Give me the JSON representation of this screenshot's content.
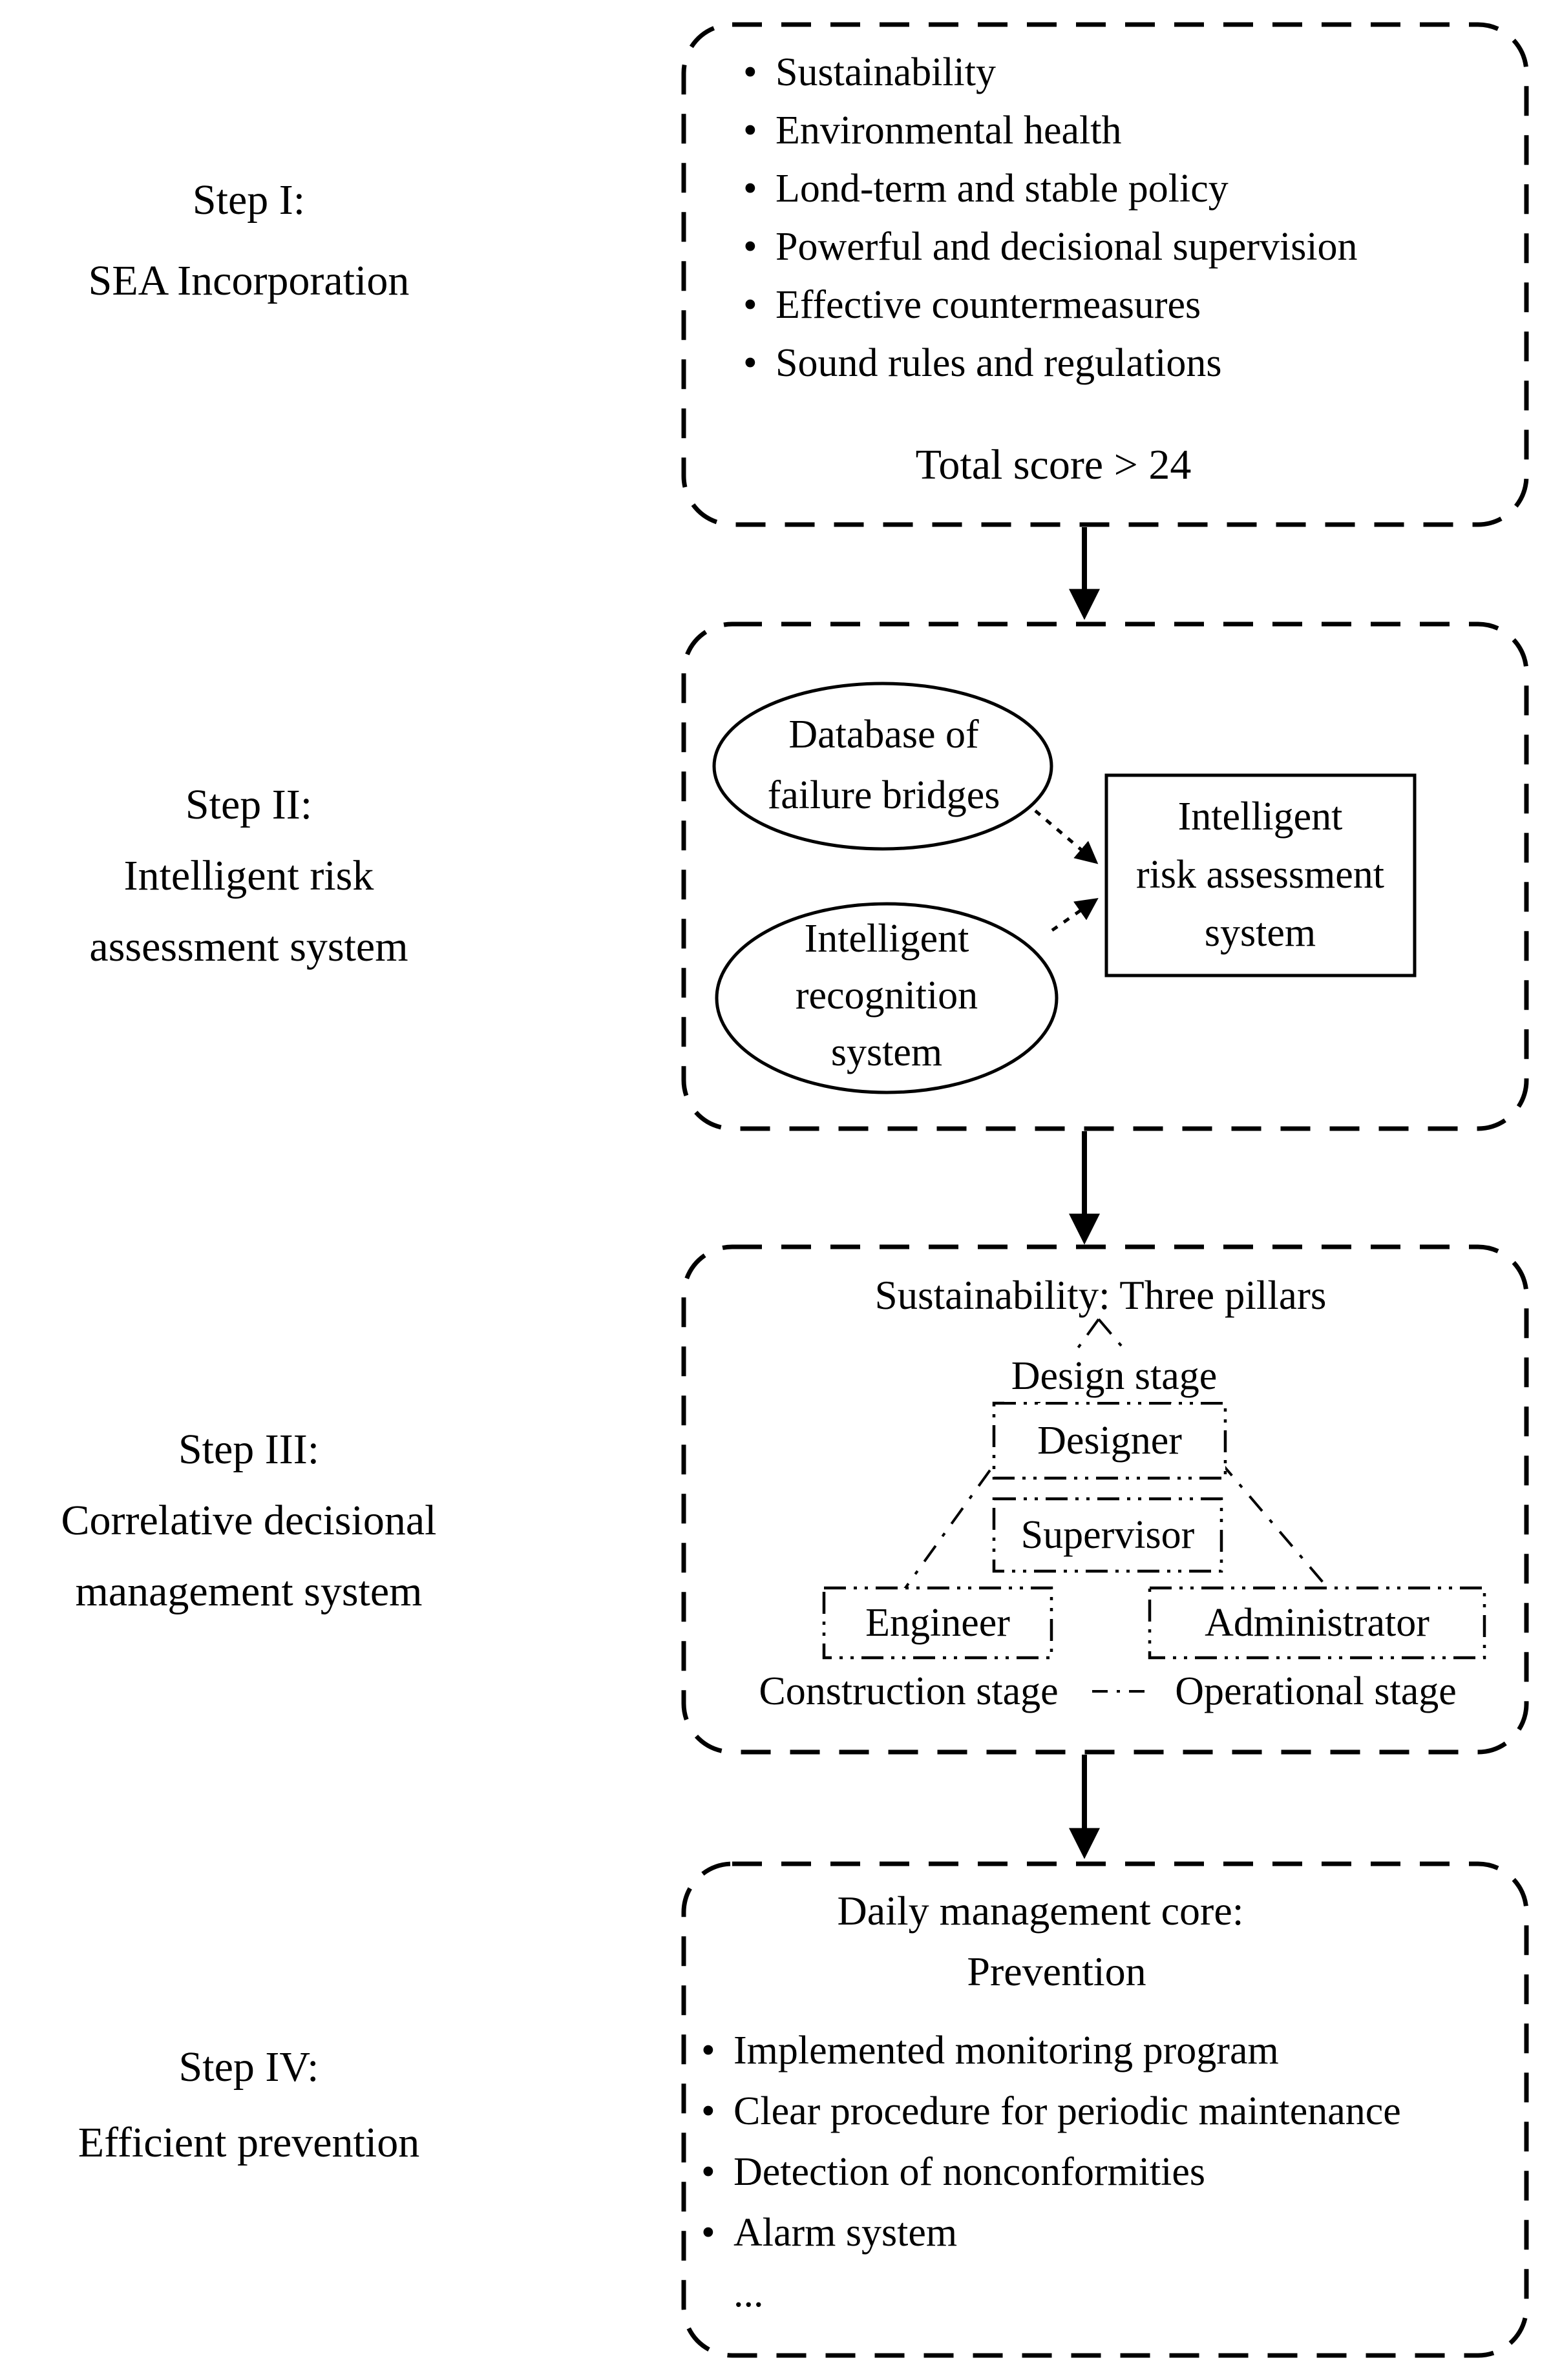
{
  "icons": {
    "bullet": "•"
  },
  "left_labels": {
    "step1": [
      "Step I:",
      "SEA Incorporation"
    ],
    "step2": [
      "Step II:",
      "Intelligent risk",
      "assessment system"
    ],
    "step3": [
      "Step III:",
      "Correlative decisional",
      "management system"
    ],
    "step4": [
      "Step IV:",
      "Efficient prevention"
    ]
  },
  "box1": {
    "bullets": [
      "Sustainability",
      "Environmental health",
      "Lond-term and stable policy",
      "Powerful and decisional supervision",
      "Effective countermeasures",
      "Sound rules and regulations"
    ],
    "score": "Total score > 24"
  },
  "box2": {
    "ellipse_database": [
      "Database of",
      "failure bridges"
    ],
    "ellipse_recognition": [
      "Intelligent",
      "recognition",
      "system"
    ],
    "assessment_rect": [
      "Intelligent",
      "risk assessment",
      "system"
    ]
  },
  "box3": {
    "title": "Sustainability: Three pillars",
    "design_stage": "Design stage",
    "designer": "Designer",
    "supervisor": "Supervisor",
    "engineer": "Engineer",
    "administrator": "Administrator",
    "construction_stage": "Construction stage",
    "operational_stage": "Operational stage"
  },
  "box4": {
    "title": "Daily management core:",
    "subtitle": "Prevention",
    "bullets": [
      "Implemented monitoring program",
      "Clear procedure for periodic maintenance",
      "Detection of nonconformities",
      "Alarm system"
    ],
    "ellipsis": "..."
  }
}
